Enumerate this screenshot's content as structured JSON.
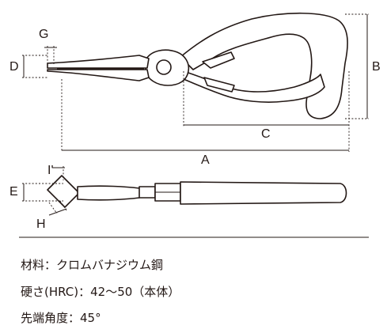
{
  "dimension_labels": {
    "a": "A",
    "b": "B",
    "c": "C",
    "d": "D",
    "e": "E",
    "g": "G",
    "h": "H",
    "i_prime": "I'"
  },
  "specs": {
    "material": "材料：クロムバナジウム鋼",
    "hardness": "硬さ(HRC)：42〜50（本体）",
    "tip_angle": "先端角度：45°"
  }
}
